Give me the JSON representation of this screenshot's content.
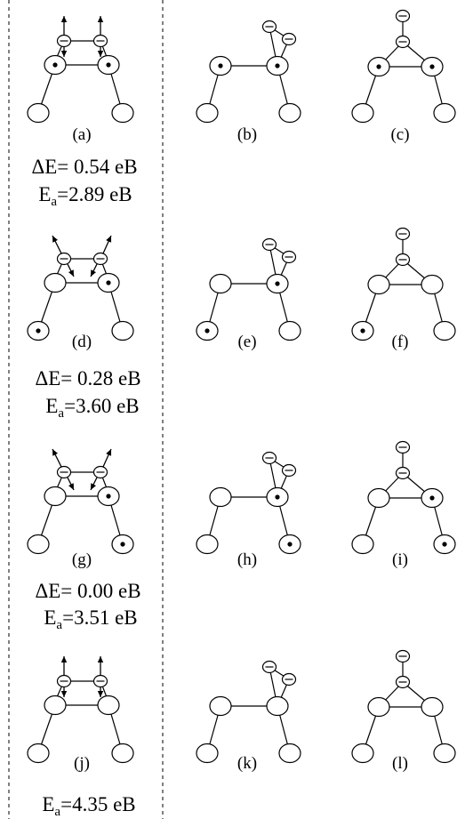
{
  "panels": [
    {
      "id": "a",
      "label": "(a)",
      "type": "square",
      "dots": [
        "L",
        "R"
      ],
      "arrows": "vertical"
    },
    {
      "id": "b",
      "label": "(b)",
      "type": "side",
      "dots": [
        "L",
        "R"
      ]
    },
    {
      "id": "c",
      "label": "(c)",
      "type": "tri",
      "dots": [
        "L",
        "R"
      ]
    },
    {
      "id": "d",
      "label": "(d)",
      "type": "square",
      "dots": [
        "R",
        "BL"
      ],
      "arrows": "diagonal"
    },
    {
      "id": "e",
      "label": "(e)",
      "type": "side",
      "dots": [
        "R",
        "BL"
      ]
    },
    {
      "id": "f",
      "label": "(f)",
      "type": "tri",
      "dots": [
        "BL"
      ]
    },
    {
      "id": "g",
      "label": "(g)",
      "type": "square",
      "dots": [
        "R",
        "BR"
      ],
      "arrows": "diagonal"
    },
    {
      "id": "h",
      "label": "(h)",
      "type": "side",
      "dots": [
        "R",
        "BR"
      ]
    },
    {
      "id": "i",
      "label": "(i)",
      "type": "tri",
      "dots": [
        "R",
        "BR"
      ]
    },
    {
      "id": "j",
      "label": "(j)",
      "type": "square",
      "dots": [],
      "arrows": "vertical"
    },
    {
      "id": "k",
      "label": "(k)",
      "type": "side",
      "dots": []
    },
    {
      "id": "l",
      "label": "(l)",
      "type": "tri",
      "dots": []
    }
  ],
  "energies": [
    {
      "de": "ΔE= 0.54 eB",
      "ea_main": "E",
      "ea_sub": "a",
      "ea_rest": "=2.89 eB"
    },
    {
      "de": "ΔE= 0.28 eB",
      "ea_main": "E",
      "ea_sub": "a",
      "ea_rest": "=3.60 eB"
    },
    {
      "de": "ΔE= 0.00 eB",
      "ea_main": "E",
      "ea_sub": "a",
      "ea_rest": "=3.51 eB"
    },
    {
      "de": "",
      "ea_main": "E",
      "ea_sub": "a",
      "ea_rest": "=4.35 eB"
    }
  ]
}
